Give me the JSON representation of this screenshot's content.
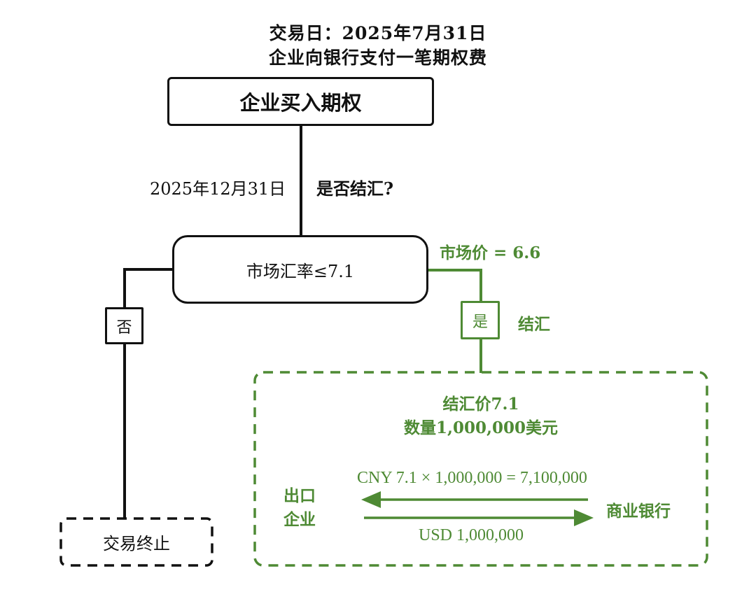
{
  "header": {
    "line1": "交易日：2025年7月31日",
    "line2": "企业向银行支付一笔期权费"
  },
  "top_box": {
    "label": "企业买入期权"
  },
  "connector_labels": {
    "date": "2025年12月31日",
    "question": "是否结汇?"
  },
  "decision_box": {
    "label": "市场汇率≤7.1"
  },
  "no_branch": {
    "tag": "否",
    "end_box": "交易终止"
  },
  "yes_branch": {
    "market_price": "市场价 = 6.6",
    "tag": "是",
    "action": "结汇"
  },
  "settlement_box": {
    "price": "结汇价7.1",
    "quantity": "数量1,000,000美元",
    "party_left": [
      "出口",
      "企业"
    ],
    "party_right": "商业银行",
    "flow_to_left": "CNY 7.1 × 1,000,000 = 7,100,000",
    "flow_to_right": "USD 1,000,000"
  },
  "colors": {
    "primary": "#111111",
    "accent_green": "#4e8a34"
  }
}
